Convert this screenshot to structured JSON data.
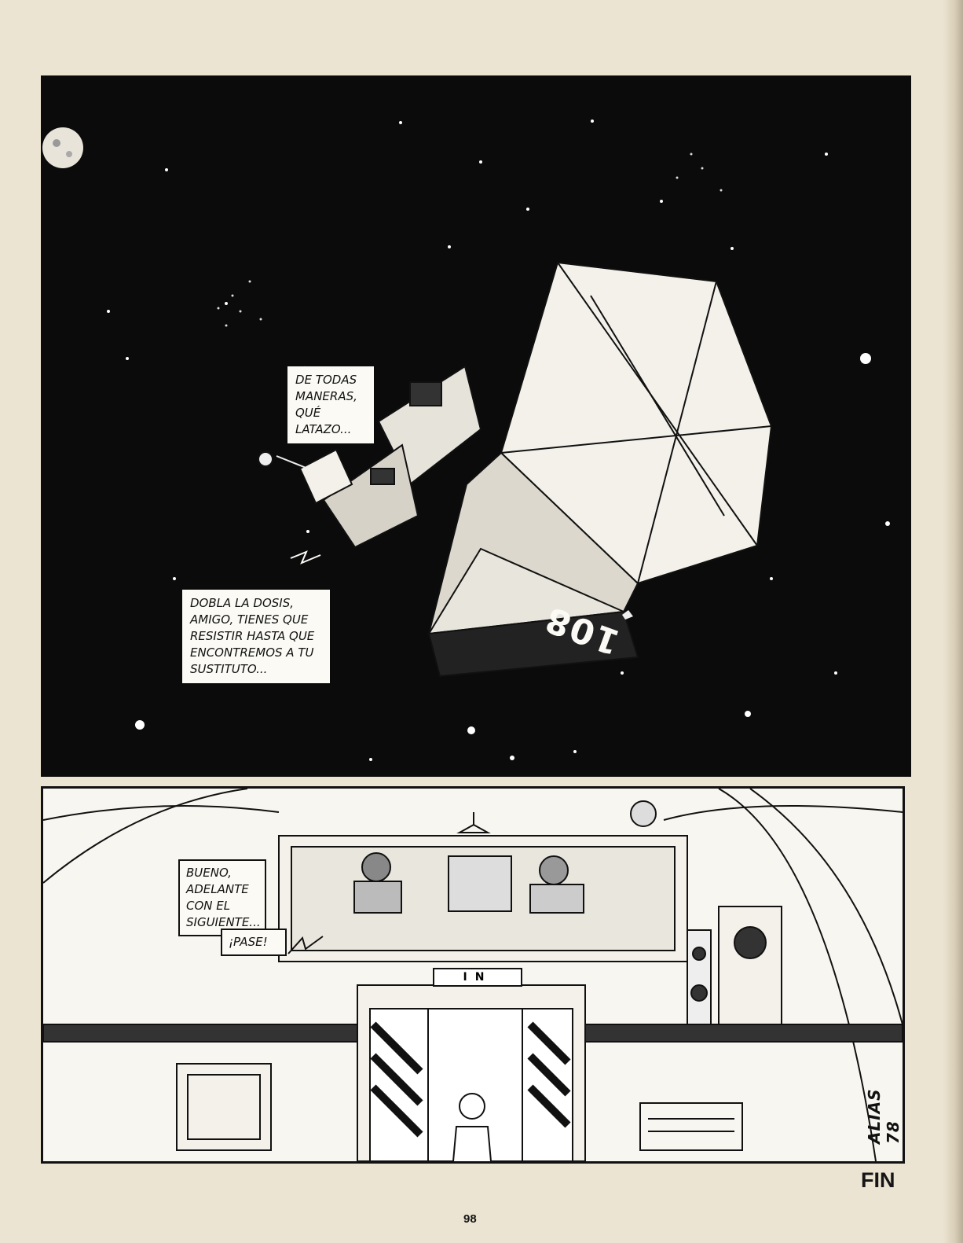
{
  "top_panel": {
    "balloon_1": "De todas maneras, qué latazo...",
    "balloon_2": "Dobla la dosis, amigo, tienes que resistir hasta que encontremos a tu sustituto...",
    "hull_number": "108"
  },
  "bottom_panel": {
    "balloon_3": "Bueno, adelante con el siguiente...",
    "balloon_4": "¡Pase!",
    "door_sign": "IN",
    "signature": "ALIAS 78"
  },
  "footer": {
    "end_mark": "FIN",
    "page_number": "98"
  },
  "colors": {
    "paper": "#ece4d2",
    "ink": "#111111",
    "space": "#0b0b0b"
  }
}
